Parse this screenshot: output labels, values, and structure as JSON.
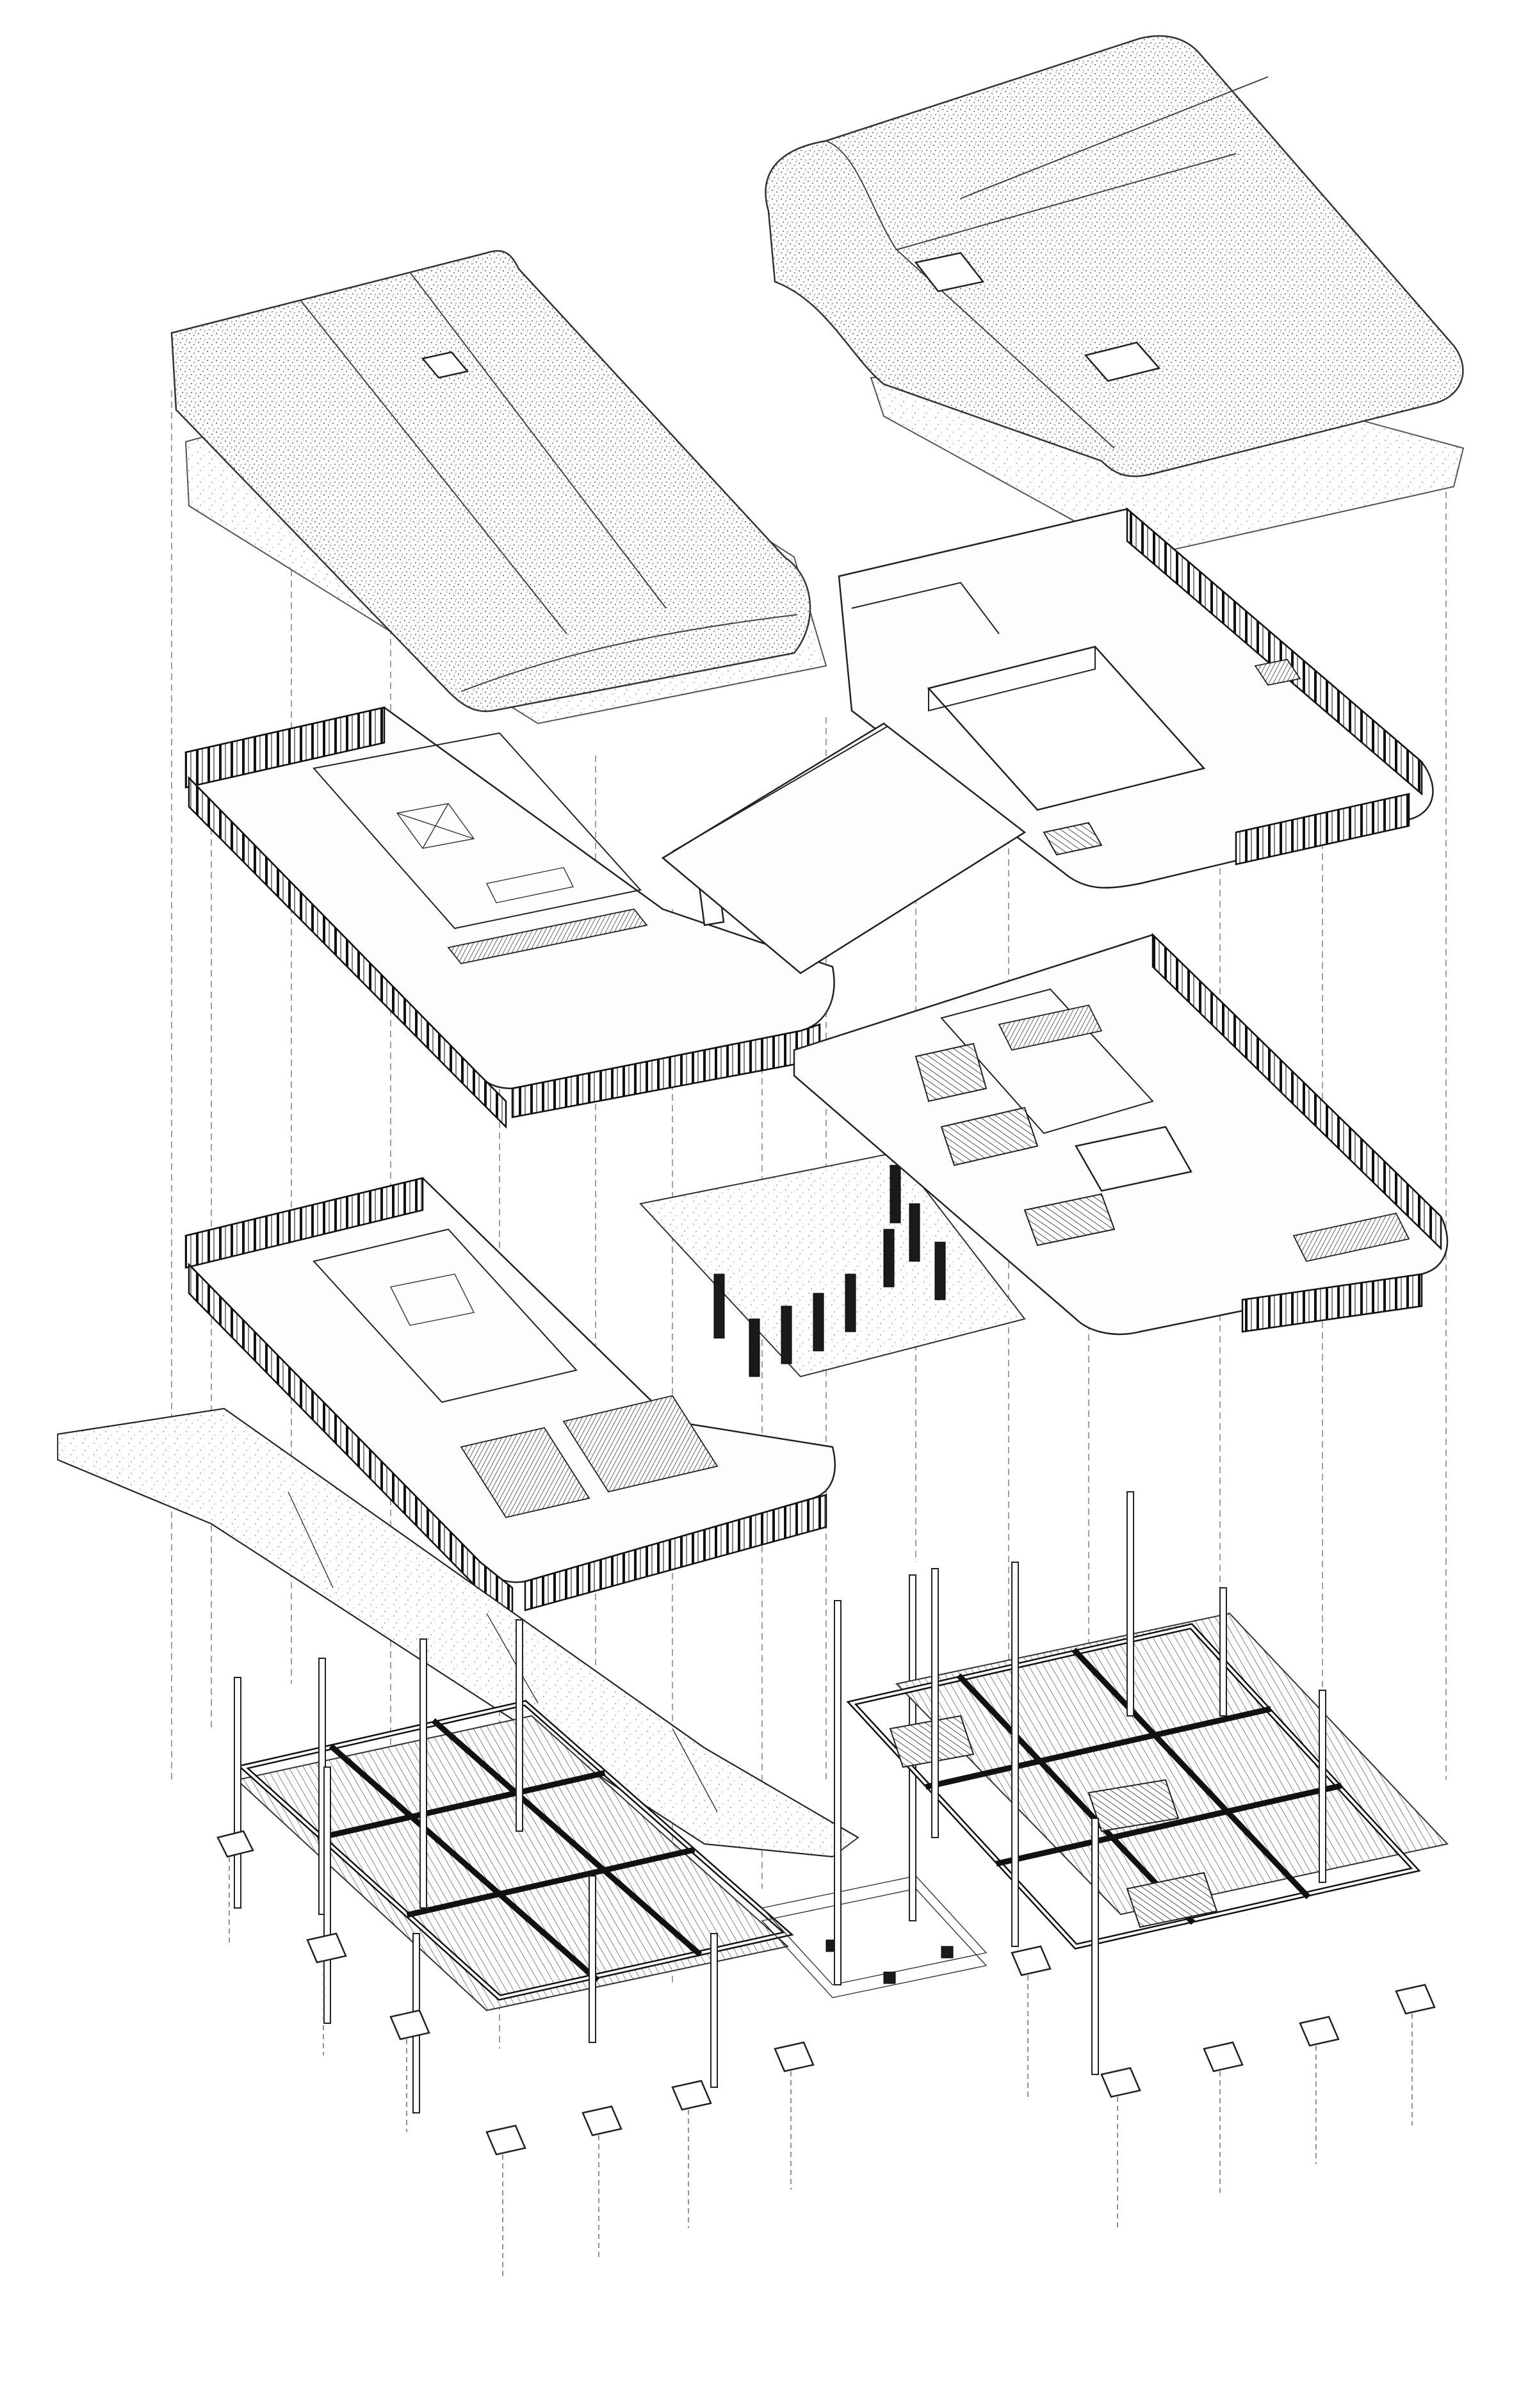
{
  "drawing": {
    "type": "exploded-axonometric",
    "layers": [
      {
        "id": "roof-west",
        "component": "roof-slab"
      },
      {
        "id": "roof-east",
        "component": "roof-slab"
      },
      {
        "id": "upper-floor-west",
        "component": "floor-plate"
      },
      {
        "id": "upper-floor-east",
        "component": "floor-plate"
      },
      {
        "id": "ground-floor-west",
        "component": "floor-plate"
      },
      {
        "id": "ground-floor-east",
        "component": "floor-plate"
      },
      {
        "id": "landscape-ramp",
        "component": "ramp"
      },
      {
        "id": "structure-west",
        "component": "structural-grid"
      },
      {
        "id": "structure-link",
        "component": "structural-grid"
      },
      {
        "id": "structure-east",
        "component": "structural-grid"
      }
    ],
    "colors": {
      "line": "#222222",
      "background": "#ffffff",
      "fill_dark": "#1a1a1a"
    }
  }
}
